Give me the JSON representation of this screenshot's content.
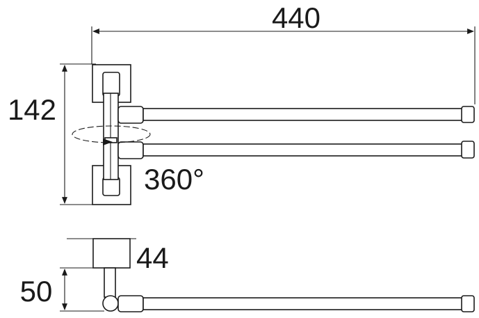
{
  "drawing": {
    "dimensions": {
      "length": "440",
      "height": "142",
      "rotation": "360°",
      "depth": "44",
      "projection": "50"
    },
    "colors": {
      "line": "#1a1a1a",
      "background": "#ffffff"
    }
  }
}
